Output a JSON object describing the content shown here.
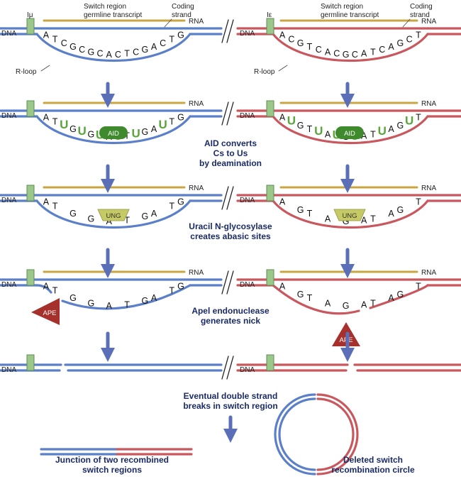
{
  "labels": {
    "i_mu": "Iμ",
    "i_epsilon": "Iε",
    "switch_region": [
      "Switch region",
      "germline transcript"
    ],
    "coding_strand": [
      "Coding",
      "strand"
    ],
    "dna": "DNA",
    "rna": "RNA",
    "r_loop": "R-loop"
  },
  "sequences": {
    "left": "ATCGCGCACTCGACTG",
    "right": "ACGTCACGCATCAGCT",
    "left_deaminated": "ATUGUGUAUTUGAUTG",
    "right_deaminated": "AUGTUAUGUATUAGUT",
    "left_abasic": "AT G G A T GA TG",
    "right_abasic": "A GT A G AT AG T"
  },
  "enzymes": {
    "aid": "AID",
    "ung": "UNG",
    "ape": "APE"
  },
  "captions": {
    "step1": [
      "AID converts",
      "Cs to Us",
      "by deamination"
    ],
    "step2": [
      "Uracil N-glycosylase",
      "creates abasic sites"
    ],
    "step3": [
      "Apel endonuclease",
      "generates nick"
    ],
    "step4": [
      "Eventual double strand",
      "breaks in switch region"
    ],
    "result_left": [
      "Junction of two recombined",
      "switch regions"
    ],
    "result_right": [
      "Deleted switch",
      "recombination circle"
    ]
  },
  "colors": {
    "blue_strand": "#5b7fc8",
    "red_strand": "#c9575e",
    "rna": "#c9a642",
    "promoter_box": "#9bc78a",
    "aid": "#3e8a2c",
    "ung": "#c6ca64",
    "ape": "#a5302c",
    "arrow": "#5a6fb8",
    "caption": "#1a2a66"
  }
}
